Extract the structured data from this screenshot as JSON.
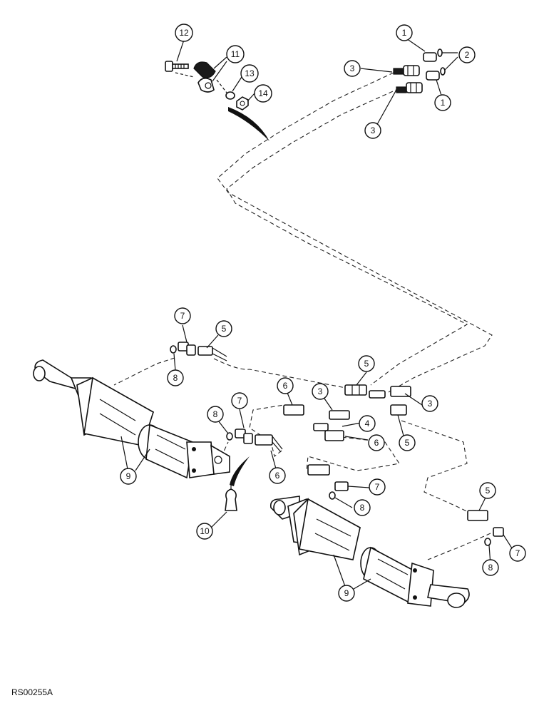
{
  "diagram": {
    "reference_code": "RS00255A",
    "callouts": {
      "c1a": "1",
      "c1b": "1",
      "c2": "2",
      "c3a": "3",
      "c3b": "3",
      "c3c": "3",
      "c3d": "3",
      "c4": "4",
      "c5a": "5",
      "c5b": "5",
      "c5c": "5",
      "c5d": "5",
      "c6a": "6",
      "c6b": "6",
      "c6c": "6",
      "c7a": "7",
      "c7b": "7",
      "c7c": "7",
      "c7d": "7",
      "c8a": "8",
      "c8b": "8",
      "c8c": "8",
      "c8d": "8",
      "c9a": "9",
      "c9b": "9",
      "c10": "10",
      "c11": "11",
      "c12": "12",
      "c13": "13",
      "c14": "14"
    }
  }
}
